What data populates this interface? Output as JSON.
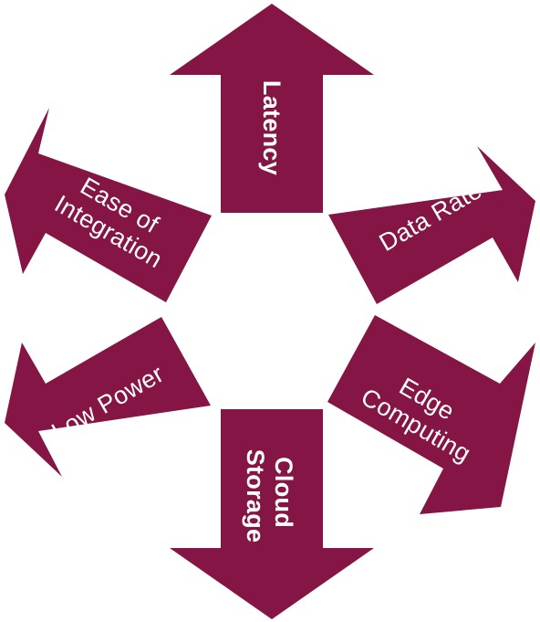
{
  "colors": {
    "arrow_fill": "#851544",
    "label_text": "#ffffff",
    "background": "#ffffff"
  },
  "arrows": [
    {
      "id": "latency",
      "label_lines": [
        "Latency"
      ],
      "direction": "up"
    },
    {
      "id": "data-rate",
      "label_lines": [
        "Data Rate"
      ],
      "direction": "upper-right"
    },
    {
      "id": "edge-computing",
      "label_lines": [
        "Edge",
        "Computing"
      ],
      "direction": "lower-right"
    },
    {
      "id": "cloud-storage",
      "label_lines": [
        "Cloud",
        "Storage"
      ],
      "direction": "down"
    },
    {
      "id": "low-power",
      "label_lines": [
        "Low Power"
      ],
      "direction": "lower-left"
    },
    {
      "id": "ease-of-integration",
      "label_lines": [
        "Ease of",
        "Integration"
      ],
      "direction": "upper-left"
    }
  ]
}
